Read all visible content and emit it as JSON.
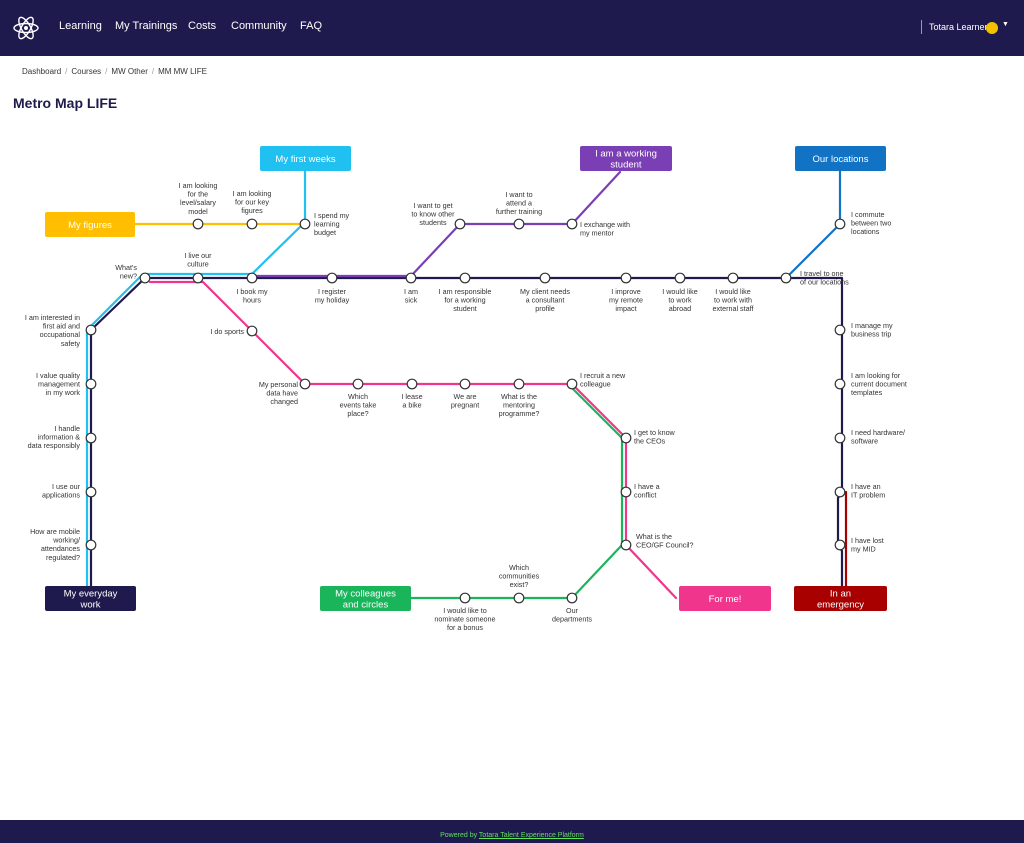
{
  "nav": {
    "items": [
      "Learning",
      "My Trainings",
      "Costs",
      "Community",
      "FAQ"
    ],
    "user_name": "Totara Learner"
  },
  "breadcrumb": [
    "Dashboard",
    "Courses",
    "MW Other",
    "MM MW LIFE"
  ],
  "page_title": "Metro Map LIFE",
  "colors": {
    "navy": "#1f1a4d",
    "light_blue": "#20c0f0",
    "yellow": "#ffbf00",
    "purple": "#7b3fb5",
    "dark_blue": "#1272c4",
    "pink": "#f0368c",
    "green": "#1ab55a",
    "red": "#a80000",
    "footer_text": "#5fe05f"
  },
  "terminals": [
    {
      "id": "first-weeks",
      "text": [
        "My first weeks"
      ]
    },
    {
      "id": "figures",
      "text": [
        "My figures"
      ]
    },
    {
      "id": "working-student",
      "text": [
        "I am a working",
        "student"
      ]
    },
    {
      "id": "locations",
      "text": [
        "Our locations"
      ]
    },
    {
      "id": "everyday-work",
      "text": [
        "My everyday",
        "work"
      ]
    },
    {
      "id": "colleagues",
      "text": [
        "My colleagues",
        "and circles"
      ]
    },
    {
      "id": "for-me",
      "text": [
        "For me!"
      ]
    },
    {
      "id": "emergency",
      "text": [
        "In an",
        "emergency"
      ]
    }
  ],
  "stations": [
    {
      "id": "level-salary",
      "label": [
        "I am looking",
        "for the",
        "level/salary",
        "model"
      ]
    },
    {
      "id": "key-figures",
      "label": [
        "I am looking",
        "for our key",
        "figures"
      ]
    },
    {
      "id": "learning-budget",
      "label": [
        "I spend my",
        "learning",
        "budget"
      ]
    },
    {
      "id": "whats-new",
      "label": [
        "What's",
        "new?"
      ]
    },
    {
      "id": "live-culture",
      "label": [
        "I live our",
        "culture"
      ]
    },
    {
      "id": "book-hours",
      "label": [
        "I book my",
        "hours"
      ]
    },
    {
      "id": "register-holiday",
      "label": [
        "I register",
        "my holiday"
      ]
    },
    {
      "id": "am-sick",
      "label": [
        "I am",
        "sick"
      ]
    },
    {
      "id": "responsible-student",
      "label": [
        "I am responsible",
        "for a working",
        "student"
      ]
    },
    {
      "id": "client-consultant",
      "label": [
        "My client needs",
        "a consultant",
        "profile"
      ]
    },
    {
      "id": "remote-impact",
      "label": [
        "I improve",
        "my remote",
        "impact"
      ]
    },
    {
      "id": "work-abroad",
      "label": [
        "I would like",
        "to work",
        "abroad"
      ]
    },
    {
      "id": "external-staff",
      "label": [
        "I would like",
        "to work with",
        "external staff"
      ]
    },
    {
      "id": "travel-locations",
      "label": [
        "I travel to one",
        "of our locations"
      ]
    },
    {
      "id": "know-students",
      "label": [
        "I want to get",
        "to know other",
        "students"
      ]
    },
    {
      "id": "further-training",
      "label": [
        "I want to",
        "attend a",
        "further training"
      ]
    },
    {
      "id": "exchange-mentor",
      "label": [
        "I exchange with",
        "my mentor"
      ]
    },
    {
      "id": "commute",
      "label": [
        "I commute",
        "between two",
        "locations"
      ]
    },
    {
      "id": "first-aid",
      "label": [
        "I am interested in",
        "first aid and",
        "occupational",
        "safety"
      ]
    },
    {
      "id": "quality-mgmt",
      "label": [
        "I value quality",
        "management",
        "in my work"
      ]
    },
    {
      "id": "handle-data",
      "label": [
        "I handle",
        "information &",
        "data responsibly"
      ]
    },
    {
      "id": "use-apps",
      "label": [
        "I use our",
        "applications"
      ]
    },
    {
      "id": "mobile-working",
      "label": [
        "How are mobile",
        "working/",
        "attendances",
        "regulated?"
      ]
    },
    {
      "id": "do-sports",
      "label": [
        "I do sports"
      ]
    },
    {
      "id": "personal-data",
      "label": [
        "My personal",
        "data have",
        "changed"
      ]
    },
    {
      "id": "which-events",
      "label": [
        "Which",
        "events take",
        "place?"
      ]
    },
    {
      "id": "lease-bike",
      "label": [
        "I lease",
        "a bike"
      ]
    },
    {
      "id": "pregnant",
      "label": [
        "We are",
        "pregnant"
      ]
    },
    {
      "id": "mentoring",
      "label": [
        "What is the",
        "mentoring",
        "programme?"
      ]
    },
    {
      "id": "recruit",
      "label": [
        "I recruit a new",
        "colleague"
      ]
    },
    {
      "id": "know-ceos",
      "label": [
        "I get to know",
        "the CEOs"
      ]
    },
    {
      "id": "conflict",
      "label": [
        "I have a",
        "conflict"
      ]
    },
    {
      "id": "ceo-council",
      "label": [
        "What is the",
        "CEO/GF Council?"
      ]
    },
    {
      "id": "communities",
      "label": [
        "Which",
        "communities",
        "exist?"
      ]
    },
    {
      "id": "departments",
      "label": [
        "Our",
        "departments"
      ]
    },
    {
      "id": "nominate",
      "label": [
        "I would like to",
        "nominate someone",
        "for a bonus"
      ]
    },
    {
      "id": "business-trip",
      "label": [
        "I manage my",
        "business trip"
      ]
    },
    {
      "id": "doc-templates",
      "label": [
        "I am looking for",
        "current document",
        "templates"
      ]
    },
    {
      "id": "hardware",
      "label": [
        "I need hardware/",
        "software"
      ]
    },
    {
      "id": "it-problem",
      "label": [
        "I have an",
        "IT problem"
      ]
    },
    {
      "id": "lost-mid",
      "label": [
        "I have lost",
        "my MID"
      ]
    }
  ],
  "footer": {
    "prefix": "Powered by",
    "link": "Totara Talent Experience Platform"
  }
}
